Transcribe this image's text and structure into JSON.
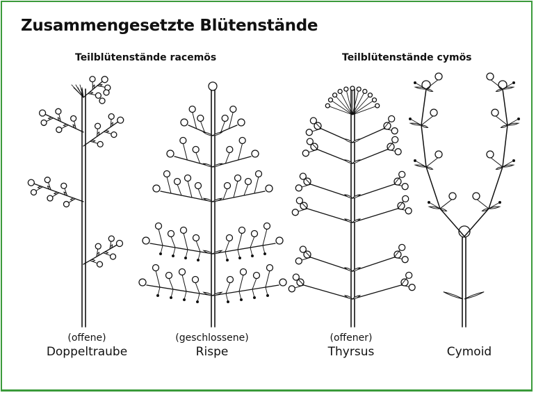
{
  "title": "Zusammengesetzte Blütenstände",
  "groups": {
    "racemose": "Teilblütenstände racemös",
    "cymose": "Teilblütenstände cymös"
  },
  "inflorescences": [
    {
      "qualifier": "(offene)",
      "name": "Doppeltraube"
    },
    {
      "qualifier": "(geschlossene)",
      "name": "Rispe"
    },
    {
      "qualifier": "(offener)",
      "name": "Thyrsus"
    },
    {
      "qualifier": "",
      "name": "Cymoid"
    }
  ],
  "colors": {
    "frame": "#3b9a3b",
    "ink": "#111111"
  }
}
